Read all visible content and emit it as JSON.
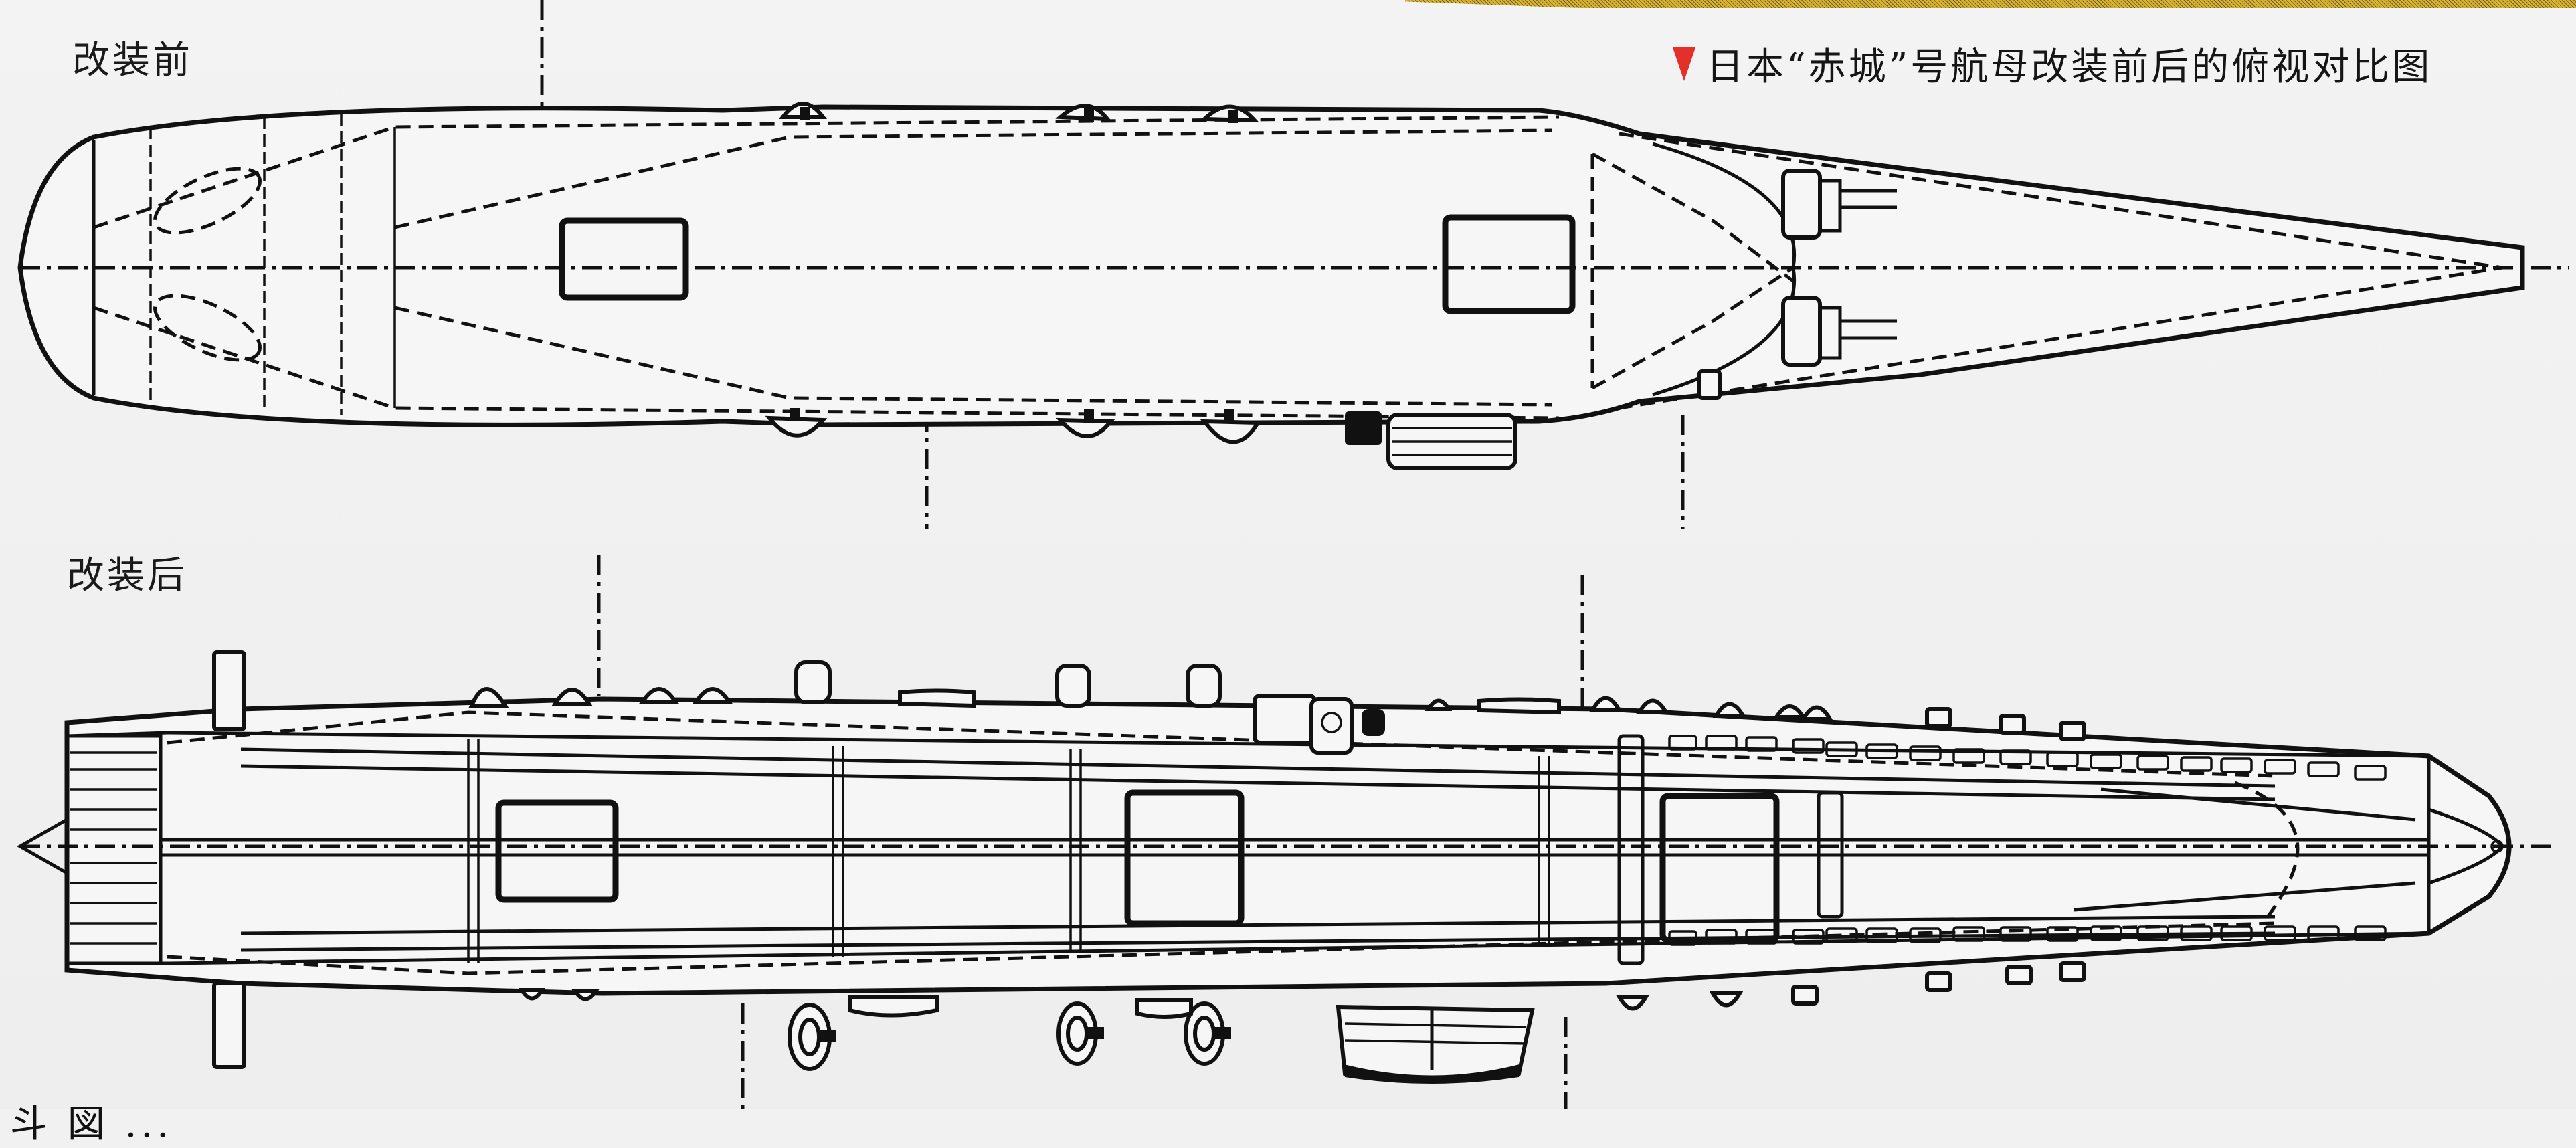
{
  "labels": {
    "before": "改装前",
    "after": "改装后"
  },
  "caption": {
    "marker": "red-triangle-icon",
    "marker_color": "#e3302a",
    "text": "日本“赤城”号航母改装前后的俯视对比图"
  },
  "colors": {
    "paper": "#f1f1f1",
    "ink": "#111111",
    "accent_band": "#d9b533"
  },
  "diagrams": [
    {
      "id": "before",
      "view": "plan",
      "elevators": 2,
      "turrets_forward": 2
    },
    {
      "id": "after",
      "view": "plan",
      "elevators": 3,
      "island": "starboard-midships"
    }
  ],
  "footer": {
    "partial_text": "斗 図 ..."
  }
}
